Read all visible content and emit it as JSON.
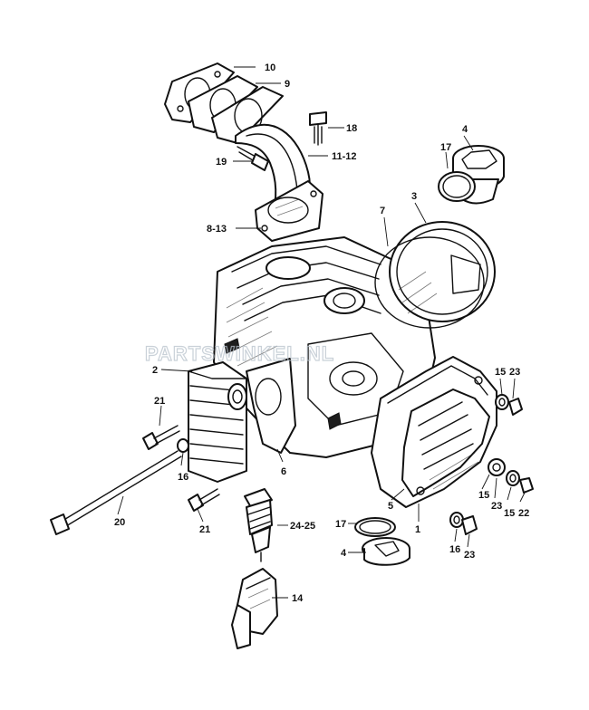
{
  "watermark": "PARTSWINKEL.NL",
  "callouts": {
    "c1": "1",
    "c2": "2",
    "c3": "3",
    "c4a": "4",
    "c4b": "4",
    "c5": "5",
    "c6": "6",
    "c7": "7",
    "c8_13": "8-13",
    "c9": "9",
    "c10": "10",
    "c11_12": "11-12",
    "c14": "14",
    "c15a": "15",
    "c15b": "15",
    "c16a": "16",
    "c16b": "16",
    "c17a": "17",
    "c17b": "17",
    "c18": "18",
    "c19": "19",
    "c20": "20",
    "c21a": "21",
    "c21b": "21",
    "c22": "22",
    "c23a": "23",
    "c23b": "23",
    "c23c": "23",
    "c24_25": "24-25"
  }
}
